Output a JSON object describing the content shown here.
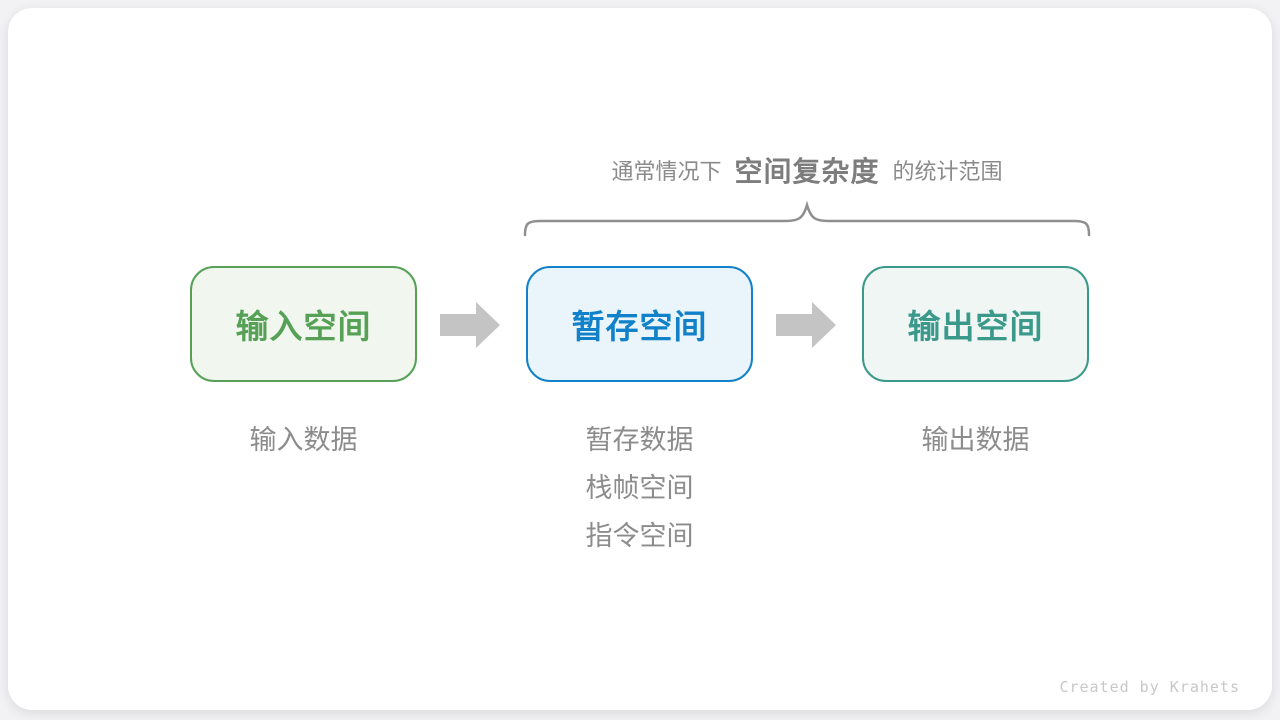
{
  "annotation": {
    "prefix": "通常情况下",
    "term": "空间复杂度",
    "suffix": "的统计范围"
  },
  "boxes": [
    {
      "label": "输入空间",
      "border_color": "#56a156",
      "fill_color": "#f1f7ef",
      "text_color": "#56a156",
      "sublabels": [
        "输入数据"
      ]
    },
    {
      "label": "暂存空间",
      "border_color": "#1181c9",
      "fill_color": "#eaf4fb",
      "text_color": "#1181c9",
      "sublabels": [
        "暂存数据",
        "栈帧空间",
        "指令空间"
      ]
    },
    {
      "label": "输出空间",
      "border_color": "#3a998a",
      "fill_color": "#eff6f3",
      "text_color": "#3a998a",
      "sublabels": [
        "输出数据"
      ]
    }
  ],
  "icons": {
    "arrow_color": "#c4c4c4",
    "brace_color": "#8f8f8f"
  },
  "credit": "Created by Krahets"
}
